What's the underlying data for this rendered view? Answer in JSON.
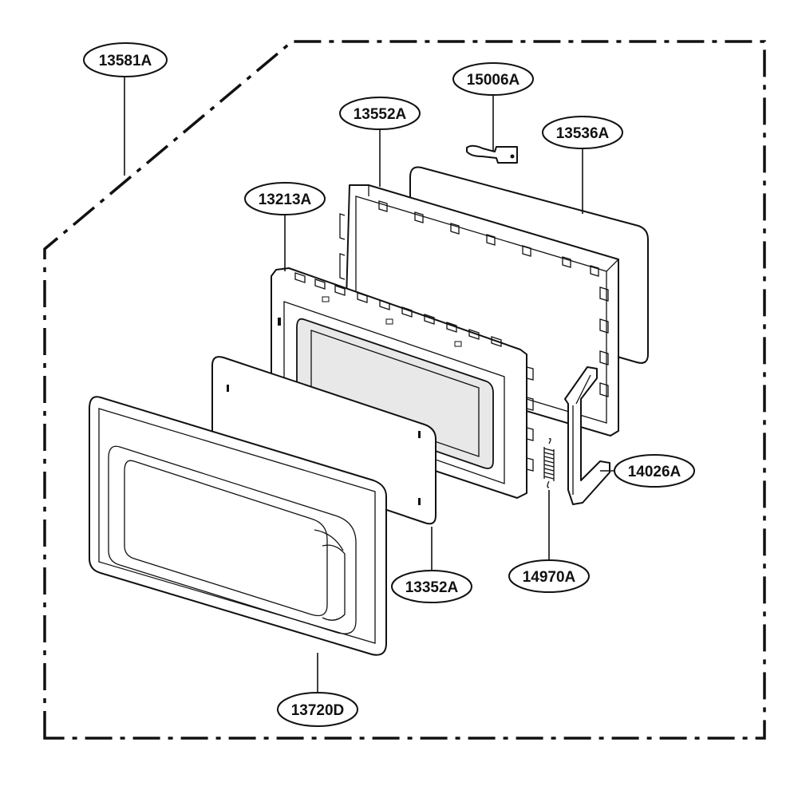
{
  "callouts": {
    "c13581A": "13581A",
    "c15006A": "15006A",
    "c13552A": "13552A",
    "c13536A": "13536A",
    "c13213A": "13213A",
    "c14026A": "14026A",
    "c13352A": "13352A",
    "c14970A": "14970A",
    "c13720D": "13720D"
  },
  "colors": {
    "line": "#111111",
    "background": "#ffffff",
    "window_tint": "#e8e8e8"
  }
}
